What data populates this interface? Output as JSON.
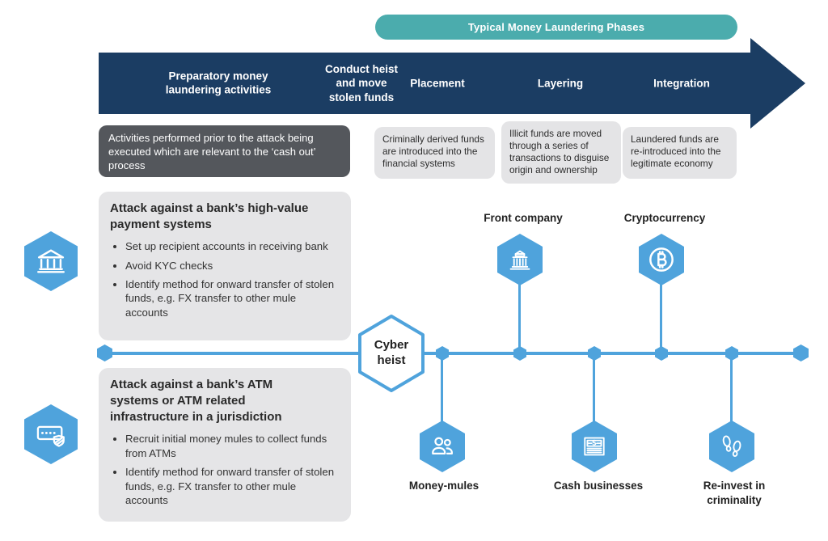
{
  "banner": {
    "title": "Typical Money Laundering Phases"
  },
  "arrow": {
    "phases": {
      "preparatory": "Preparatory money laundering activities",
      "conduct": "Conduct heist and move stolen funds",
      "placement": "Placement",
      "layering": "Layering",
      "integration": "Integration"
    }
  },
  "notes": {
    "preparatory": "Activities performed prior to the attack being executed which are relevant to the ‘cash out’ process",
    "placement": "Criminally derived funds are introduced into the financial systems",
    "layering": "Illicit funds are moved through a series of transactions to disguise origin and ownership",
    "integration": "Laundered funds are re-introduced into the legitimate economy"
  },
  "attack_boxes": [
    {
      "title": "Attack against a bank’s high-value payment systems",
      "bullets": [
        "Set up recipient accounts in receiving bank",
        "Avoid KYC checks",
        "Identify method for onward transfer of stolen funds, e.g. FX transfer to other mule accounts"
      ],
      "icon": "bank-icon"
    },
    {
      "title": "Attack against a bank’s ATM systems or ATM related infrastructure in a jurisdiction",
      "bullets": [
        "Recruit initial money mules to collect funds from ATMs",
        "Identify method for onward transfer of stolen funds, e.g. FX transfer to other mule accounts"
      ],
      "icon": "card-pin-shield-icon"
    }
  ],
  "timeline": {
    "center_label": "Cyber heist",
    "nodes_above": [
      {
        "label": "Front company",
        "icon": "company-building-icon"
      },
      {
        "label": "Cryptocurrency",
        "icon": "bitcoin-icon"
      }
    ],
    "nodes_below": [
      {
        "label": "Money-mules",
        "icon": "money-mules-people-icon"
      },
      {
        "label": "Cash businesses",
        "icon": "cash-document-icon"
      },
      {
        "label": "Re-invest in criminality",
        "icon": "footprints-icon"
      }
    ]
  },
  "colors": {
    "navy": "#1b3d63",
    "teal": "#4bacad",
    "blue": "#4fa3dc",
    "dark_gray": "#54575c",
    "light_gray": "#e5e5e7"
  }
}
